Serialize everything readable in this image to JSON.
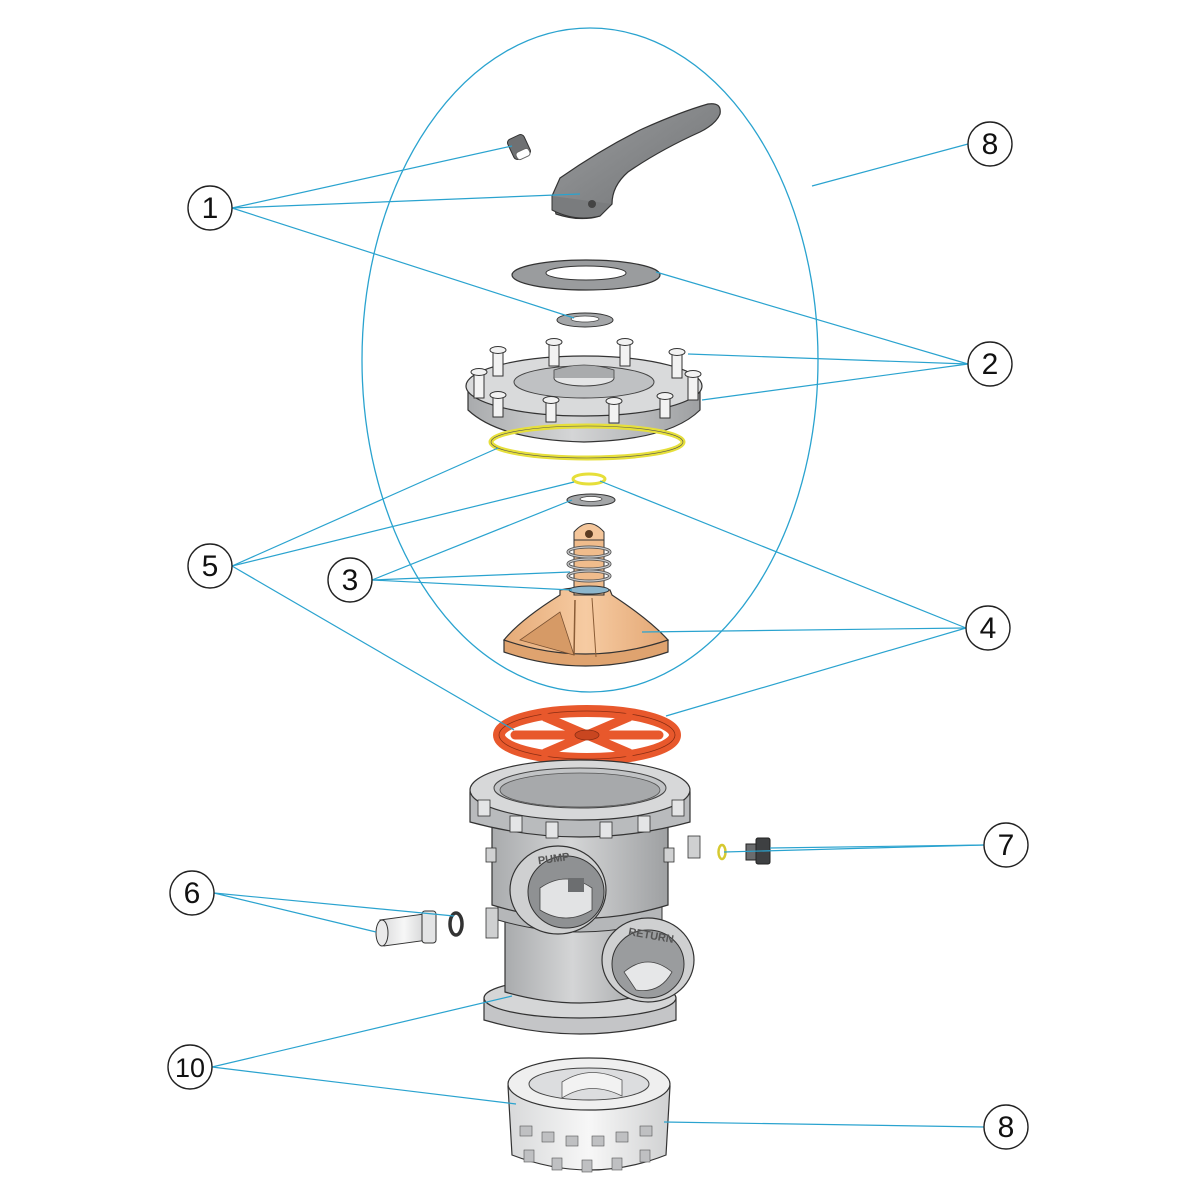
{
  "diagram": {
    "callouts": [
      {
        "id": "c1",
        "label": "1"
      },
      {
        "id": "c2",
        "label": "2"
      },
      {
        "id": "c3",
        "label": "3"
      },
      {
        "id": "c4",
        "label": "4"
      },
      {
        "id": "c5",
        "label": "5"
      },
      {
        "id": "c6",
        "label": "6"
      },
      {
        "id": "c7",
        "label": "7"
      },
      {
        "id": "c8a",
        "label": "8"
      },
      {
        "id": "c8b",
        "label": "8"
      },
      {
        "id": "c10",
        "label": "10"
      }
    ],
    "engravings": {
      "pump": "PUMP",
      "return": "RETURN"
    }
  },
  "colors": {
    "leader_line": "#2aa3cf",
    "part_grey": "#bfc1c3",
    "part_dark": "#8c8e90",
    "diffuser_tan": "#f2be8f",
    "star_gasket": "#e8582c",
    "o_ring_yellow": "#e6df3a",
    "outline": "#333333"
  }
}
